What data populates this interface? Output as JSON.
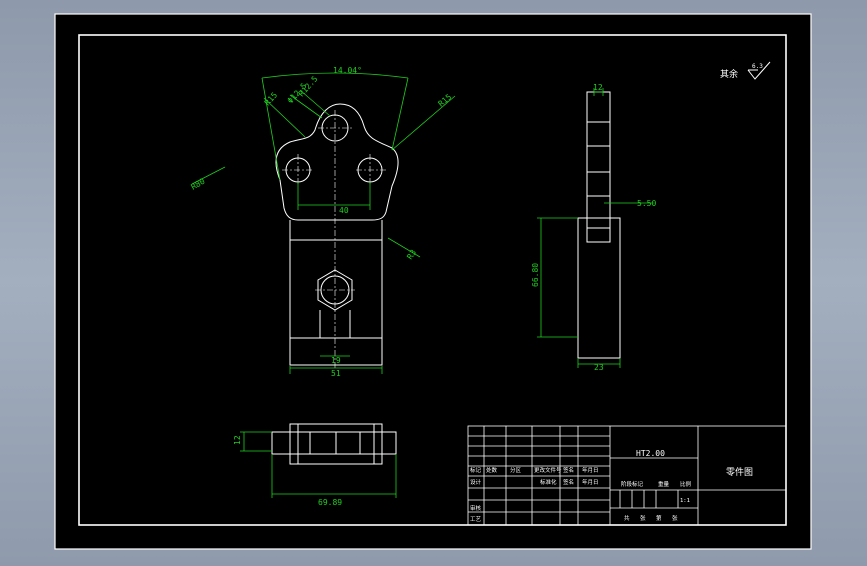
{
  "drawing": {
    "title_block": {
      "drawing_no": "HT2.00",
      "drawing_name": "零件图",
      "row1": [
        "标记",
        "处数",
        "分区",
        "更改文件号",
        "签名",
        "年月日"
      ],
      "row2": [
        "设计",
        "",
        "",
        "标准化",
        "签名",
        "年月日"
      ],
      "row3": [
        "阶段标记",
        "重量",
        "比例"
      ],
      "row5": [
        "审核"
      ],
      "row6": [
        "工艺"
      ],
      "row_bottom": [
        "共",
        "张",
        "第",
        "张"
      ],
      "scale_mark": "1:1"
    },
    "roughness_note": {
      "label": "其余",
      "value": "6.3"
    },
    "dimensions": {
      "angle_top": "14.04°",
      "r_left": "R15",
      "r_top": "R12.5",
      "dia_top": "Φ12.5",
      "r_right": "R15",
      "r_outer": "R80",
      "hole_spacing": "40",
      "r_lower": "R3",
      "hex_width": "19",
      "base_width": "51",
      "side_thickness": "12",
      "side_offset": "5.50",
      "side_height": "66.80",
      "side_base": "23",
      "top_view_thickness": "12",
      "top_view_length": "69.89"
    }
  }
}
